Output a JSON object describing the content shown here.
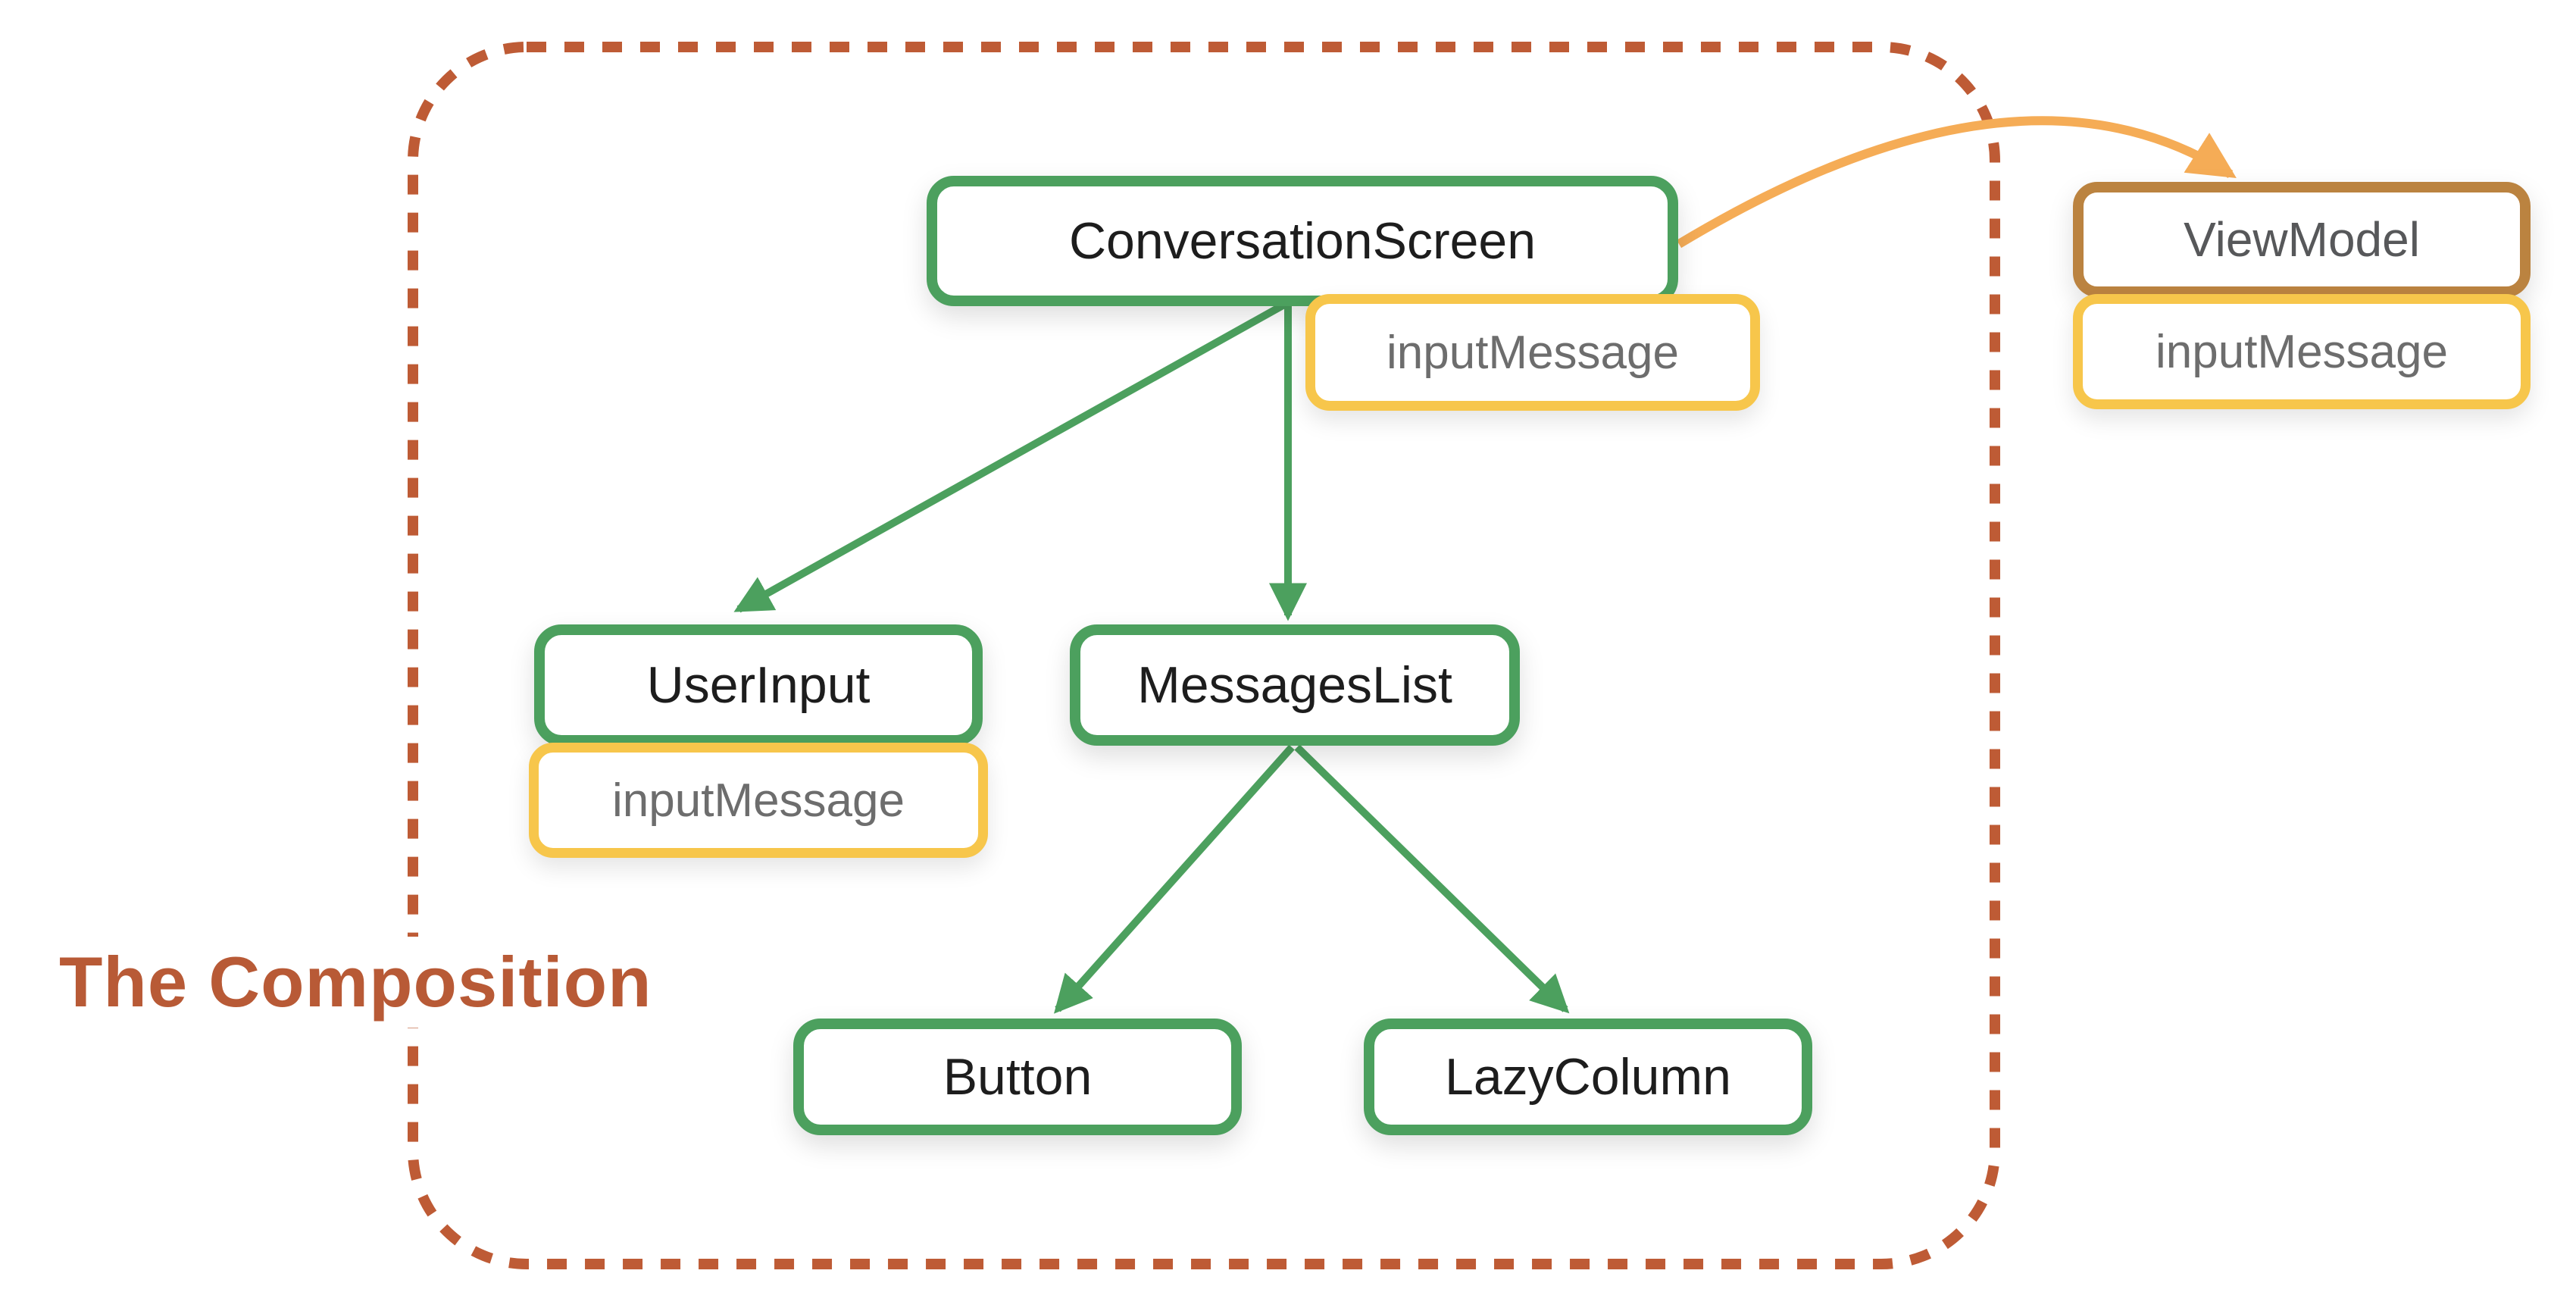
{
  "diagram": {
    "title": "The Composition",
    "nodes": {
      "conversation_screen": "ConversationScreen",
      "user_input": "UserInput",
      "messages_list": "MessagesList",
      "button": "Button",
      "lazy_column": "LazyColumn",
      "view_model": "ViewModel"
    },
    "badges": {
      "conversation_screen_state": "inputMessage",
      "user_input_state": "inputMessage",
      "view_model_state": "inputMessage"
    },
    "edges": [
      {
        "from": "ConversationScreen",
        "to": "UserInput",
        "style": "green-arrow"
      },
      {
        "from": "ConversationScreen",
        "to": "MessagesList",
        "style": "green-arrow"
      },
      {
        "from": "MessagesList",
        "to": "Button",
        "style": "green-arrow"
      },
      {
        "from": "MessagesList",
        "to": "LazyColumn",
        "style": "green-arrow"
      },
      {
        "from": "ConversationScreen",
        "to": "ViewModel",
        "style": "orange-curved-arrow"
      }
    ],
    "colors": {
      "green": "#4CA05E",
      "yellow": "#F7C64B",
      "brown": "#BB8340",
      "orange": "#F5AC56",
      "rust": "#BE5B35",
      "rust_title": "#B85A36",
      "label_dark": "#1D1D1D",
      "label_gray": "#6D6D6D",
      "viewmodel_gray": "#57585A"
    }
  }
}
